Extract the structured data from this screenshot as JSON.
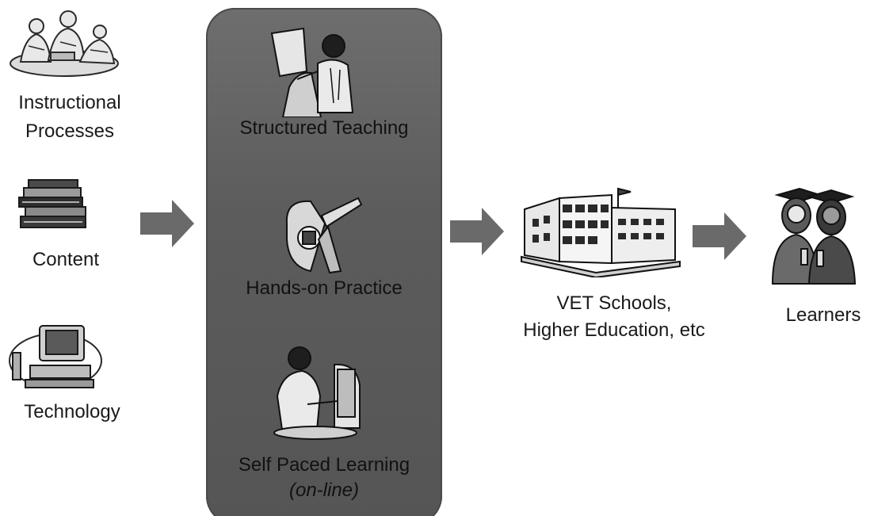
{
  "inputs": [
    {
      "label_lines": [
        "Instructional",
        "Processes"
      ],
      "icon": "people-meeting-icon"
    },
    {
      "label_lines": [
        "Content"
      ],
      "icon": "books-icon"
    },
    {
      "label_lines": [
        "Technology"
      ],
      "icon": "computer-icon"
    }
  ],
  "delivery": {
    "items": [
      {
        "label": "Structured Teaching",
        "icon": "teacher-whiteboard-icon"
      },
      {
        "label": "Hands-on Practice",
        "icon": "tools-practice-icon"
      },
      {
        "label": "Self Paced Learning",
        "sublabel": "(on-line)",
        "icon": "online-learner-icon"
      }
    ]
  },
  "institution": {
    "label_lines": [
      "VET Schools,",
      "Higher Education, etc"
    ],
    "icon": "school-building-icon"
  },
  "outcome": {
    "label": "Learners",
    "icon": "graduates-icon"
  },
  "colors": {
    "panel": "#5f5f5f",
    "arrow": "#6a6a6a",
    "text": "#1a1a1a"
  }
}
